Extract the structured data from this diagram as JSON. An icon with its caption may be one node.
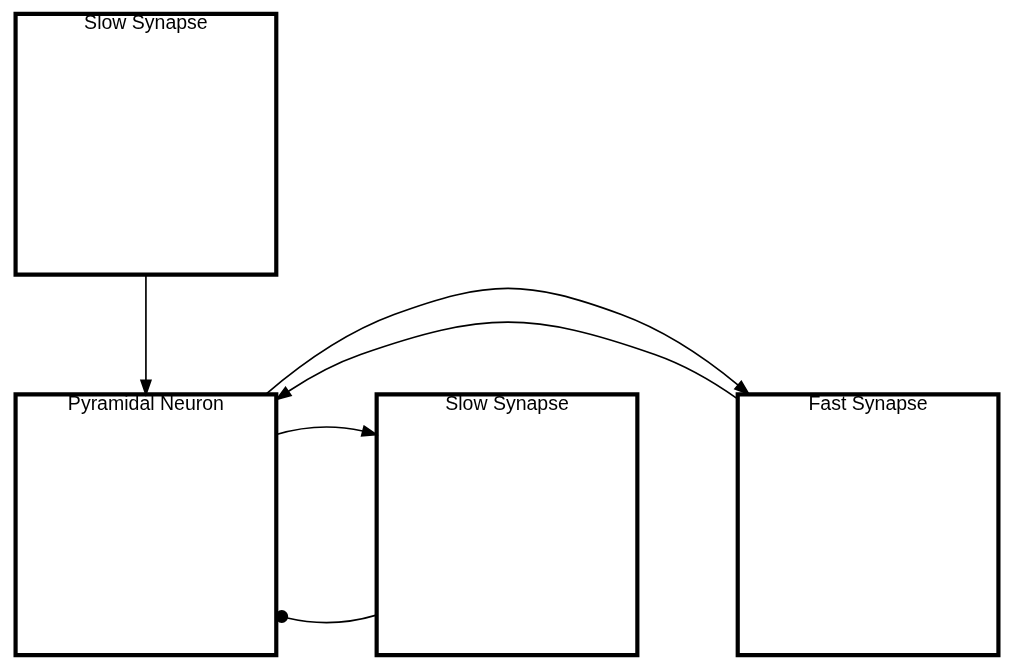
{
  "diagram": {
    "nodes": [
      {
        "text": [
          "Slow Synapse"
        ]
      },
      {
        "text": [
          "Fast Synapse"
        ]
      },
      {
        "text": [
          "Pyramidal Neuron"
        ]
      },
      {
        "text": [
          "Slow Synapse"
        ]
      }
    ],
    "edges": [
      {
        "from": 0,
        "to": 2,
        "arrow": "to"
      },
      {
        "from": 1,
        "to": 2,
        "arrow": "to"
      },
      {
        "from": 3,
        "to": 2,
        "arrow": "other"
      },
      {
        "from": 2,
        "to": 1,
        "arrow": "to"
      },
      {
        "from": 2,
        "to": 3,
        "arrow": "to"
      }
    ]
  }
}
